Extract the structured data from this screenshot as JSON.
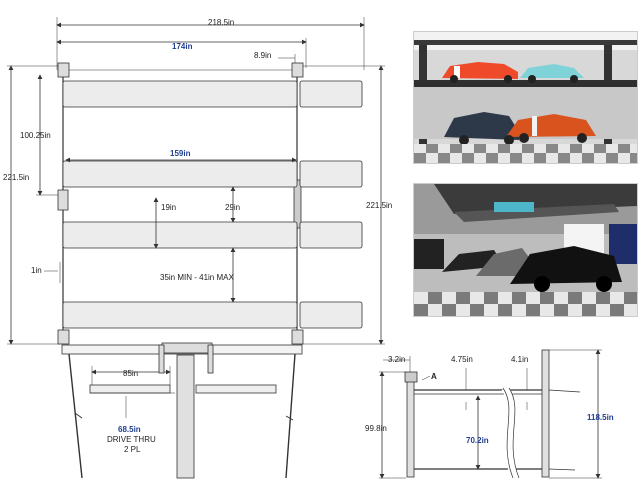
{
  "plan": {
    "width_total": "218.5in",
    "width_inner": "174in",
    "offset_right": "8.9in",
    "height_left": "221.5in",
    "height_right": "221.5in",
    "runway_span": "100.25in",
    "runway_length": "159in",
    "runway_width": "19in",
    "runway_gap": "29in",
    "runway_edge": "1in",
    "height_range": "35in MIN - 41in MAX"
  },
  "front": {
    "bay_width": "85in",
    "drive_thru": "68.5in",
    "drive_label": "DRIVE THRU",
    "drive_count": "2 PL"
  },
  "side": {
    "dim_top_left": "3.2in",
    "dim_top_mid": "4.75in",
    "dim_top_right": "4.1in",
    "callout": "A",
    "height_left": "99.8in",
    "height_mid": "70.2in",
    "height_right": "118.5in"
  },
  "colors": {
    "accent_blue": "#1f3f8f",
    "line": "#333333",
    "runway_fill": "#e9e9e9"
  },
  "photos": {
    "top": "stacked-cars-lift-photo",
    "bottom": "garage-lift-underside-photo"
  }
}
